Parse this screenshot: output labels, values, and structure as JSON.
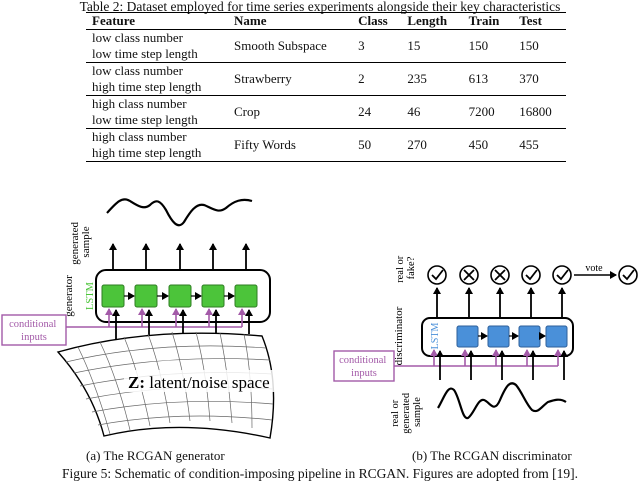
{
  "table": {
    "caption": "Table 2: Dataset employed for time series experiments alongside their key characteristics",
    "headers": [
      "Feature",
      "Name",
      "Class",
      "Length",
      "Train",
      "Test"
    ],
    "rows": [
      {
        "feature": [
          "low class number",
          "low time step length"
        ],
        "name": "Smooth Subspace",
        "class": "3",
        "length": "15",
        "train": "150",
        "test": "150"
      },
      {
        "feature": [
          "low class number",
          "high time step length"
        ],
        "name": "Strawberry",
        "class": "2",
        "length": "235",
        "train": "613",
        "test": "370"
      },
      {
        "feature": [
          "high class number",
          "low time step length"
        ],
        "name": "Crop",
        "class": "24",
        "length": "46",
        "train": "7200",
        "test": "16800"
      },
      {
        "feature": [
          "high class number",
          "high time step length"
        ],
        "name": "Fifty Words",
        "class": "50",
        "length": "270",
        "train": "450",
        "test": "455"
      }
    ]
  },
  "figure": {
    "generator": {
      "output_label": [
        "generated",
        "sample"
      ],
      "block_label": "generator",
      "cell_label": "LSTM",
      "conditional": [
        "conditional",
        "inputs"
      ],
      "latent_bold": "Z:",
      "latent_text": " latent/noise space",
      "subcaption": "(a) The RCGAN generator"
    },
    "discriminator": {
      "output_label": [
        "real or",
        "fake?"
      ],
      "outputs": [
        "check",
        "cross",
        "cross",
        "check",
        "check"
      ],
      "vote_label": "vote",
      "block_label": "discriminator",
      "cell_label": "LSTM",
      "conditional": [
        "conditional",
        "inputs"
      ],
      "input_label": [
        "real or",
        "generated",
        "sample"
      ],
      "subcaption": "(b) The RCGAN discriminator"
    },
    "caption": "Figure 5: Schematic of condition-imposing pipeline in RCGAN. Figures are adopted from [19]."
  },
  "colors": {
    "green": "#4cc43a",
    "blue": "#4a90d9",
    "purple": "#a35aa8"
  }
}
